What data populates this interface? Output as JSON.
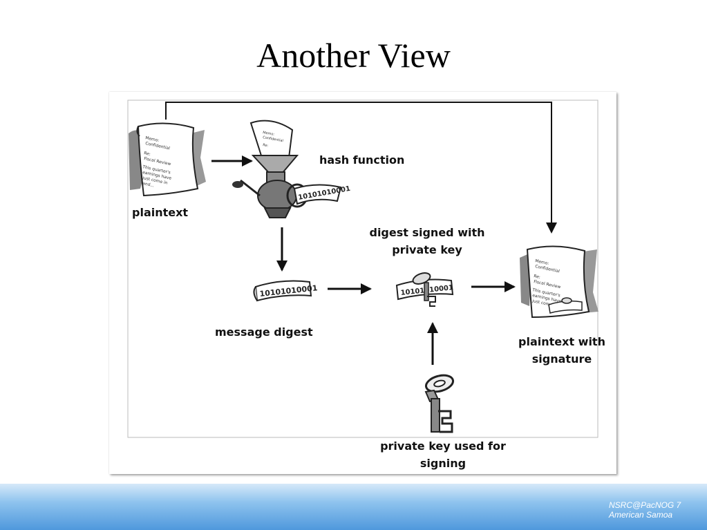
{
  "slide": {
    "title": "Another View"
  },
  "diagram": {
    "labels": {
      "plaintext": "plaintext",
      "hash_function": "hash function",
      "message_digest": "message digest",
      "digest_signed_line1": "digest signed with",
      "digest_signed_line2": "private key",
      "plaintext_sig_line1": "plaintext with",
      "plaintext_sig_line2": "signature",
      "private_key_line1": "private key used for",
      "private_key_line2": "signing"
    },
    "memo": {
      "line1": "Memo:",
      "line2": "Confidential",
      "line3": "Re:",
      "line4": "Fiscal Review",
      "line5": "This quarter's",
      "line6": "earnings have",
      "line7": "just come in",
      "line8": "and..."
    },
    "digest_text": "10101010001",
    "icons": [
      "document-icon",
      "meat-grinder-icon",
      "digest-ribbon-icon",
      "key-icon",
      "arrow-icon"
    ]
  },
  "footer": {
    "line1": "NSRC@PacNOG 7",
    "line2": "American Samoa"
  }
}
